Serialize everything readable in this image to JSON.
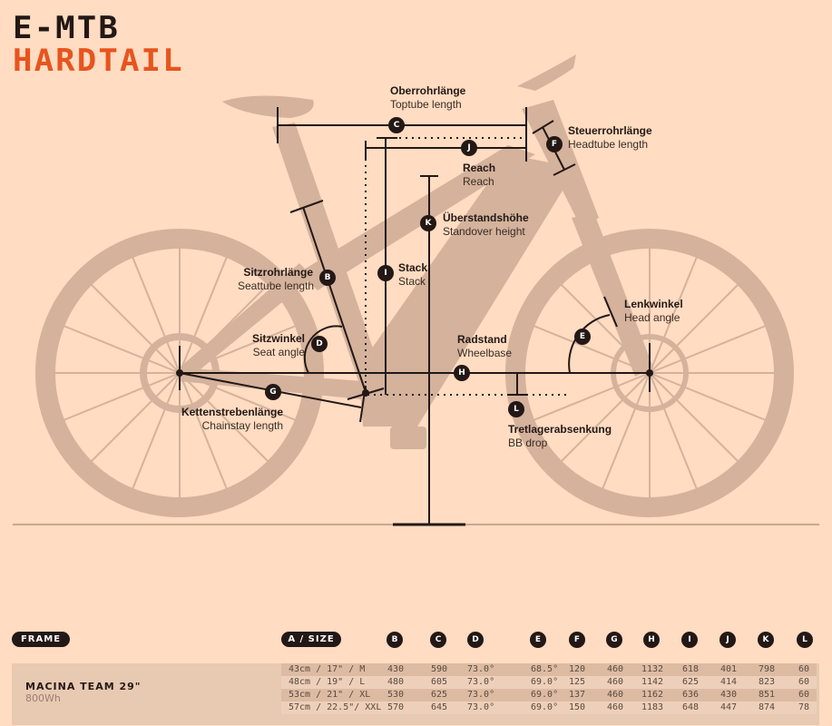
{
  "header": {
    "line1": "E-MTB",
    "line2": "HARDTAIL"
  },
  "colors": {
    "background": "#FFDCC2",
    "silhouette": "#D4B29C",
    "text": "#231815",
    "accent": "#E8541E"
  },
  "measurements": [
    {
      "key": "B",
      "de": "Sitzrohrlänge",
      "en": "Seattube length"
    },
    {
      "key": "C",
      "de": "Oberrohrlänge",
      "en": "Toptube length"
    },
    {
      "key": "D",
      "de": "Sitzwinkel",
      "en": "Seat angle"
    },
    {
      "key": "E",
      "de": "Lenkwinkel",
      "en": "Head angle"
    },
    {
      "key": "F",
      "de": "Steuerrohrlänge",
      "en": "Headtube length"
    },
    {
      "key": "G",
      "de": "Kettenstrebenlänge",
      "en": "Chainstay length"
    },
    {
      "key": "H",
      "de": "Radstand",
      "en": "Wheelbase"
    },
    {
      "key": "I",
      "de": "Stack",
      "en": "Stack"
    },
    {
      "key": "J",
      "de": "Reach",
      "en": "Reach"
    },
    {
      "key": "K",
      "de": "Überstandshöhe",
      "en": "Standover height"
    },
    {
      "key": "L",
      "de": "Tretlagerabsenkung",
      "en": "BB drop"
    }
  ],
  "table": {
    "frame_label": "FRAME",
    "size_label": "A / SIZE",
    "columns": [
      "B",
      "C",
      "D",
      "E",
      "F",
      "G",
      "H",
      "I",
      "J",
      "K",
      "L"
    ],
    "model": "MACINA TEAM 29\"",
    "battery": "800Wh",
    "rows": [
      {
        "size": "43cm  /  17\"  /  M",
        "values": [
          "430",
          "590",
          "73.0°",
          "68.5°",
          "120",
          "460",
          "1132",
          "618",
          "401",
          "798",
          "60"
        ]
      },
      {
        "size": "48cm  /  19\"  /  L",
        "values": [
          "480",
          "605",
          "73.0°",
          "69.0°",
          "125",
          "460",
          "1142",
          "625",
          "414",
          "823",
          "60"
        ]
      },
      {
        "size": "53cm  /  21\"  /  XL",
        "values": [
          "530",
          "625",
          "73.0°",
          "69.0°",
          "137",
          "460",
          "1162",
          "636",
          "430",
          "851",
          "60"
        ]
      },
      {
        "size": "57cm  /  22.5\"/  XXL",
        "values": [
          "570",
          "645",
          "73.0°",
          "69.0°",
          "150",
          "460",
          "1183",
          "648",
          "447",
          "874",
          "78"
        ]
      }
    ]
  }
}
